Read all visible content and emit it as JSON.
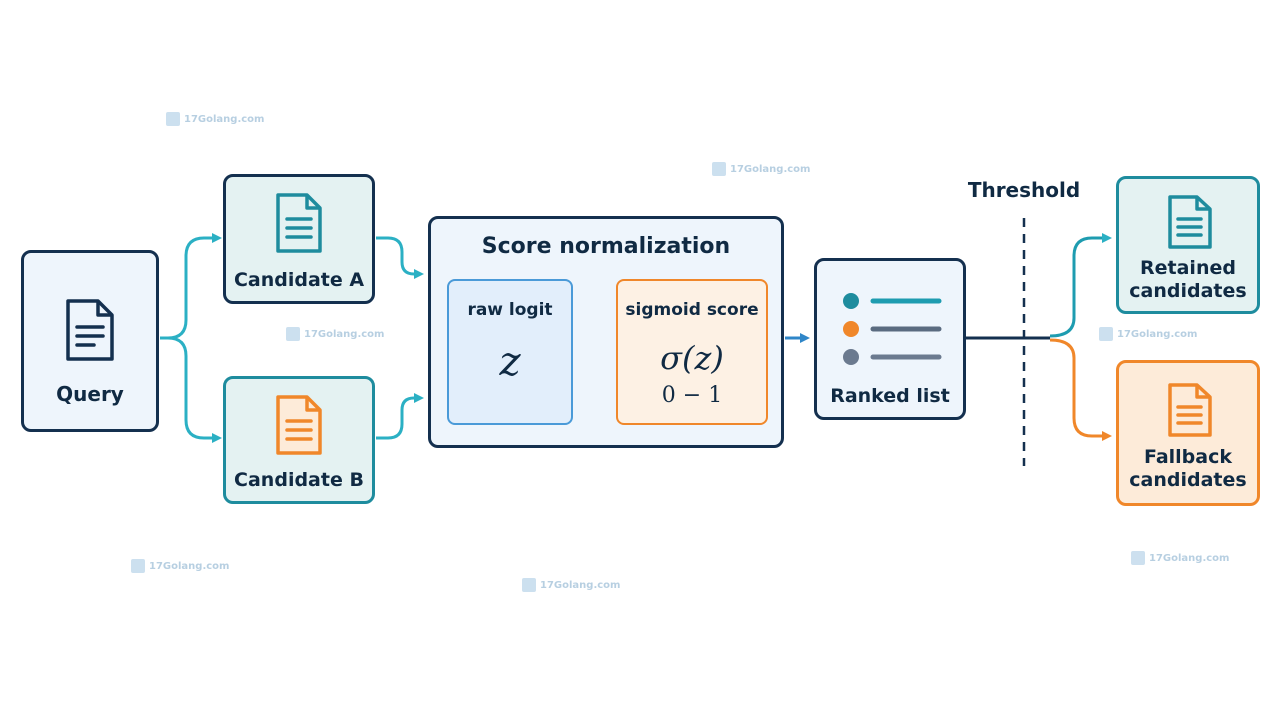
{
  "nodes": {
    "query": {
      "label": "Query"
    },
    "candidate_a": {
      "label": "Candidate A"
    },
    "candidate_b": {
      "label": "Candidate B"
    },
    "score_normalization": {
      "title": "Score normalization",
      "raw_logit": {
        "label": "raw logit",
        "symbol": "z"
      },
      "sigmoid_score": {
        "label": "sigmoid score",
        "formula": "σ(z)",
        "range": "0 − 1"
      }
    },
    "ranked_list": {
      "label": "Ranked list"
    },
    "threshold": {
      "label": "Threshold"
    },
    "retained": {
      "line1": "Retained",
      "line2": "candidates"
    },
    "fallback": {
      "line1": "Fallback",
      "line2": "candidates"
    }
  },
  "watermarks": [
    "17Golang.com",
    "17Golang.com",
    "17Golang.com",
    "17Golang.com",
    "17Golang.com",
    "17Golang.com",
    "17Golang.com"
  ],
  "colors": {
    "navy": "#14304f",
    "teal": "#1e8c9e",
    "cyan_arrow": "#2bb0c4",
    "orange": "#f0872a",
    "blue": "#4a9ad8",
    "node_fill": "#eef5fc",
    "teal_fill": "#e4f2f2",
    "orange_fill": "#fdebd9"
  },
  "icons": {
    "query": "document-icon",
    "candidate_a": "document-icon",
    "candidate_b": "document-icon",
    "ranked_list": "list-icon",
    "retained": "document-icon",
    "fallback": "document-icon"
  }
}
